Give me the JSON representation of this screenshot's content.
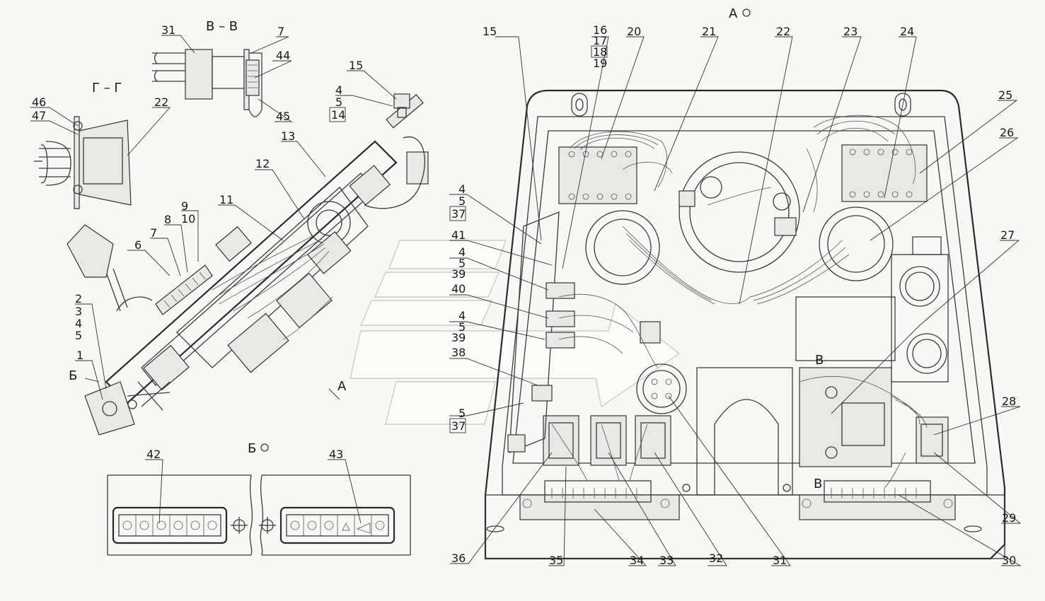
{
  "sections": {
    "view_a": "А",
    "view_b": "Б",
    "section_vv": "В – В",
    "section_gg": "Г – Г",
    "mark_a": "А",
    "mark_b": "Б",
    "mark_v1": "В",
    "mark_v2": "В"
  },
  "callouts": {
    "c1": "1",
    "c2": "2",
    "c3": "3",
    "c4a": "4",
    "c5a": "5",
    "c6": "6",
    "c7a": "7",
    "c8": "8",
    "c9": "9",
    "c10": "10",
    "c11": "11",
    "c12": "12",
    "c13": "13",
    "c4b": "4",
    "c5b": "5",
    "c14": "14",
    "c15a": "15",
    "c31a": "31",
    "c7b": "7",
    "c44": "44",
    "c45": "45",
    "c46": "46",
    "c47": "47",
    "c22a": "22",
    "c15b": "15",
    "c16": "16",
    "c17": "17",
    "c18": "18",
    "c19": "19",
    "c20": "20",
    "c21": "21",
    "c22b": "22",
    "c23": "23",
    "c24": "24",
    "c25": "25",
    "c26": "26",
    "c27": "27",
    "c28": "28",
    "c29": "29",
    "c30": "30",
    "c31b": "31",
    "c32": "32",
    "c33": "33",
    "c34": "34",
    "c35": "35",
    "c36": "36",
    "c4c": "4",
    "c5c": "5",
    "c37a": "37",
    "c41": "41",
    "c4d": "4",
    "c5d": "5",
    "c39a": "39",
    "c40": "40",
    "c4e": "4",
    "c5e": "5",
    "c39b": "39",
    "c38": "38",
    "c5f": "5",
    "c37b": "37",
    "c42": "42",
    "c43": "43"
  }
}
